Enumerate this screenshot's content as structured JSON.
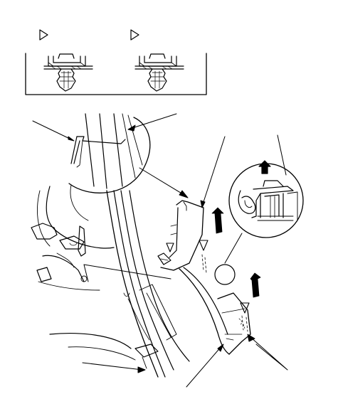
{
  "figure": {
    "kind": "service-manual-line-illustration",
    "ink_color": "#000000",
    "background_color": "#ffffff"
  },
  "inset_box": {
    "clips": [
      {
        "marker_icon": "triangle-pointer-icon",
        "depicts": "clip-fastener-installed"
      },
      {
        "marker_icon": "triangle-pointer-icon",
        "depicts": "clip-fastener-installed"
      }
    ]
  },
  "detail_view": {
    "depicts": "weatherstrip-lip-cross-section",
    "arrow_icon": "arrow-up-icon"
  },
  "callouts": {
    "count": 7,
    "arrow_icons": [
      "arrow-up-icon",
      "arrow-up-icon",
      "arrow-up-icon"
    ],
    "triangle_markers": [
      "triangle-pointer-icon",
      "triangle-pointer-icon",
      "triangle-pointer-icon"
    ]
  }
}
